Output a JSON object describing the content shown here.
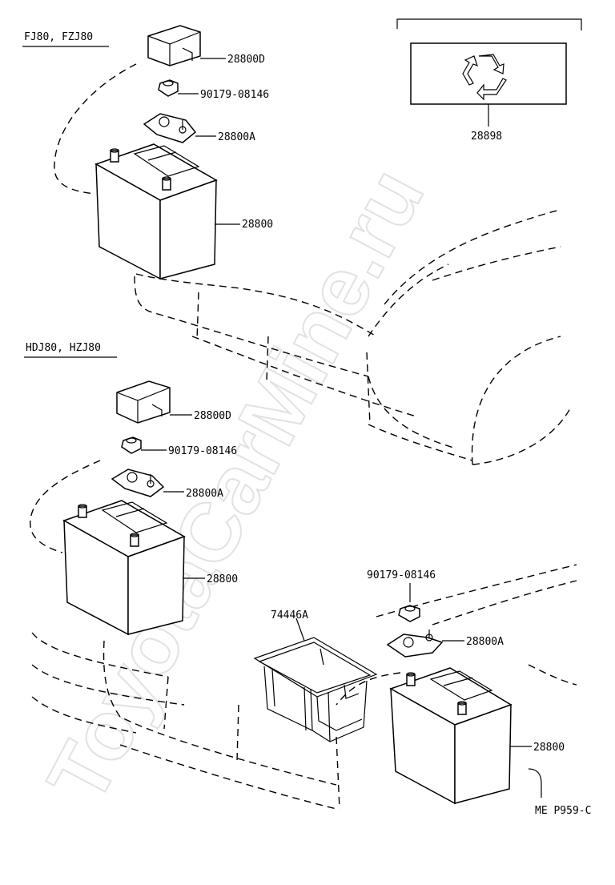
{
  "watermark": "ToyotaCarMine.ru",
  "sections": {
    "top_header": "FJ80, FZJ80",
    "bottom_header": "HDJ80, HZJ80"
  },
  "parts": {
    "top_cover": "28800D",
    "top_nut": "90179-08146",
    "top_clamp": "28800A",
    "top_battery": "28800",
    "recycle_label": "28898",
    "bottom_cover": "28800D",
    "bottom_nut": "90179-08146",
    "bottom_clamp": "28800A",
    "bottom_battery": "28800",
    "carrier": "74446A",
    "right_nut": "90179-08146",
    "right_clamp": "28800A",
    "right_battery": "28800"
  },
  "figure_code": "ME P959-C"
}
